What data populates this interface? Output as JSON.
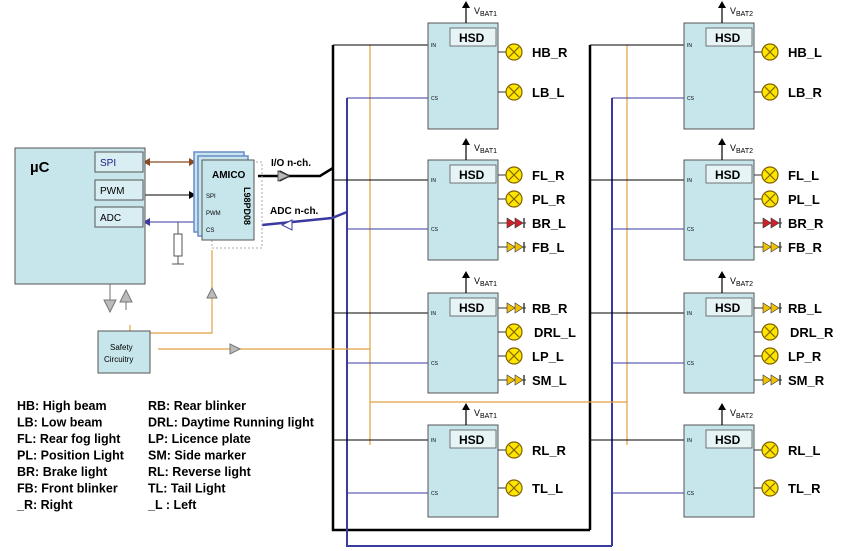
{
  "microcontroller": {
    "title": "µC",
    "ports": [
      "SPI",
      "PWM",
      "ADC"
    ]
  },
  "amico": {
    "title": "AMICO",
    "pins": [
      "SPI",
      "PWM",
      "CS"
    ],
    "part": "L98PD08"
  },
  "safety": {
    "line1": "Safety",
    "line2": "Circuitry"
  },
  "bus_labels": {
    "io": "I/O n-ch.",
    "adc": "ADC n-ch."
  },
  "hsd": {
    "title": "HSD",
    "pin_in": "IN",
    "pin_cs": "CS",
    "vbat1": {
      "main": "V",
      "sub": "BAT1"
    },
    "vbat2": {
      "main": "V",
      "sub": "BAT2"
    }
  },
  "outputs": {
    "left": [
      [
        {
          "name": "HB_R",
          "type": "lamp"
        },
        {
          "name": "LB_L",
          "type": "lamp"
        }
      ],
      [
        {
          "name": "FL_R",
          "type": "lamp"
        },
        {
          "name": "PL_R",
          "type": "lamp"
        },
        {
          "name": "BR_L",
          "type": "led-red"
        },
        {
          "name": "FB_L",
          "type": "led-yellow"
        }
      ],
      [
        {
          "name": "RB_R",
          "type": "led-yellow"
        },
        {
          "name": "DRL_L",
          "type": "lamp"
        },
        {
          "name": "LP_L",
          "type": "lamp"
        },
        {
          "name": "SM_L",
          "type": "led-yellow"
        }
      ],
      [
        {
          "name": "RL_R",
          "type": "lamp"
        },
        {
          "name": "TL_L",
          "type": "lamp"
        }
      ]
    ],
    "right": [
      [
        {
          "name": "HB_L",
          "type": "lamp"
        },
        {
          "name": "LB_R",
          "type": "lamp"
        }
      ],
      [
        {
          "name": "FL_L",
          "type": "lamp"
        },
        {
          "name": "PL_L",
          "type": "lamp"
        },
        {
          "name": "BR_R",
          "type": "led-red"
        },
        {
          "name": "FB_R",
          "type": "led-yellow"
        }
      ],
      [
        {
          "name": "RB_L",
          "type": "led-yellow"
        },
        {
          "name": "DRL_R",
          "type": "lamp"
        },
        {
          "name": "LP_R",
          "type": "lamp"
        },
        {
          "name": "SM_R",
          "type": "led-yellow"
        }
      ],
      [
        {
          "name": "RL_L",
          "type": "lamp"
        },
        {
          "name": "TL_R",
          "type": "lamp"
        }
      ]
    ]
  },
  "legend": {
    "col1": [
      {
        "abbr": "HB",
        "text": "High beam"
      },
      {
        "abbr": "LB",
        "text": "Low beam"
      },
      {
        "abbr": "FL",
        "text": "Rear fog light"
      },
      {
        "abbr": "PL",
        "text": "Position Light"
      },
      {
        "abbr": "BR",
        "text": "Brake light"
      },
      {
        "abbr": "FB",
        "text": "Front blinker"
      },
      {
        "abbr": "_R",
        "text": "Right"
      }
    ],
    "col2": [
      {
        "abbr": "RB",
        "text": "Rear blinker"
      },
      {
        "abbr": "DRL",
        "text": "Daytime Running light"
      },
      {
        "abbr": "LP",
        "text": "Licence plate"
      },
      {
        "abbr": "SM",
        "text": "Side marker"
      },
      {
        "abbr": "RL",
        "text": "Reverse light"
      },
      {
        "abbr": "TL",
        "text": "Tail Light"
      },
      {
        "abbr": "_L ",
        "text": "Left"
      }
    ]
  },
  "colors": {
    "box_fill": "#c7e6ec",
    "box_stroke": "#555555",
    "mcu_fill": "#c7e6ec",
    "lamp_fill": "#ffe600",
    "lamp_stroke": "#806000",
    "led_red": "#d0202a",
    "led_yellow": "#f2c200",
    "line_black": "#000000",
    "line_blue": "#3a3aa0",
    "line_orange": "#e0a040",
    "line_brown": "#8a4a20",
    "spi_text": "#1a1a8a"
  }
}
